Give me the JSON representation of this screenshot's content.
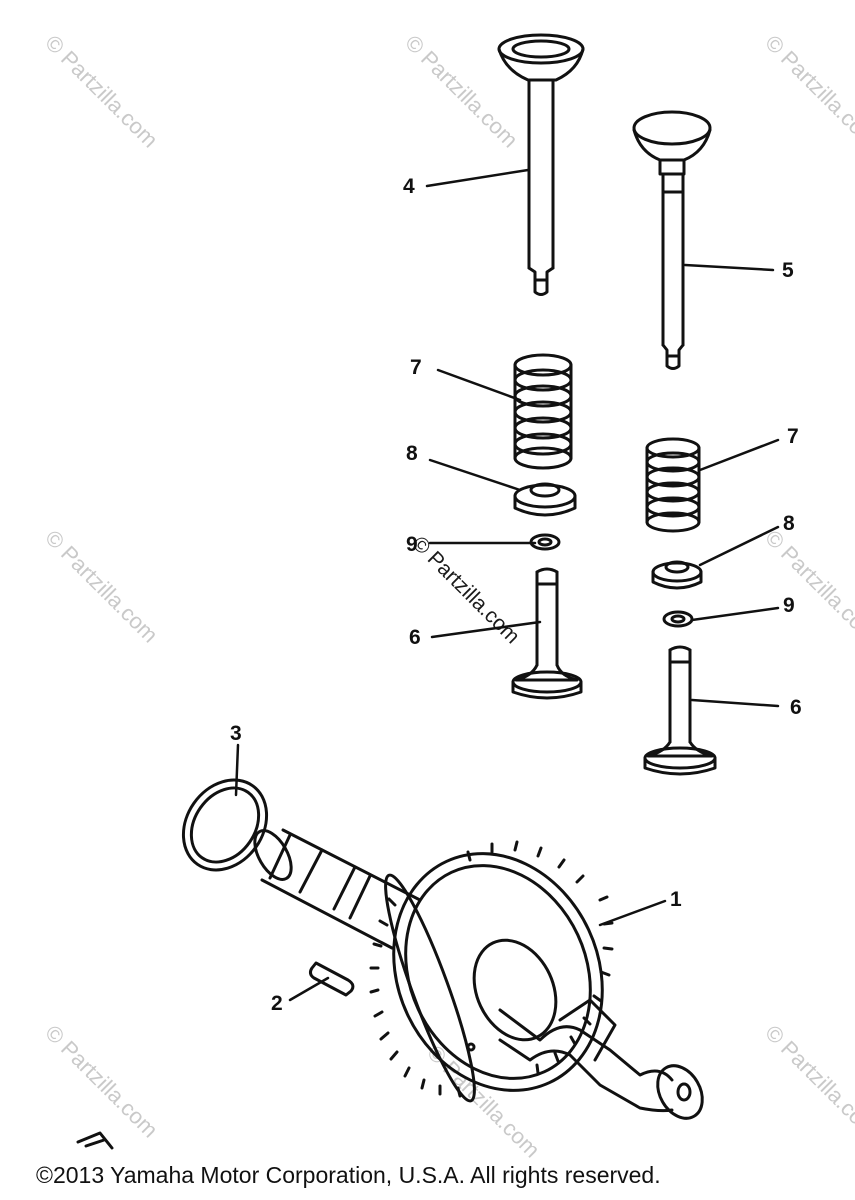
{
  "watermark": "© Partzilla.com",
  "callouts": {
    "c1": "1",
    "c2": "2",
    "c3": "3",
    "c4": "4",
    "c5": "5",
    "c6a": "6",
    "c6b": "6",
    "c7a": "7",
    "c7b": "7",
    "c8a": "8",
    "c8b": "8",
    "c9a": "9",
    "c9b": "9"
  },
  "copyright": "©2013 Yamaha Motor Corporation, U.S.A. All rights reserved."
}
